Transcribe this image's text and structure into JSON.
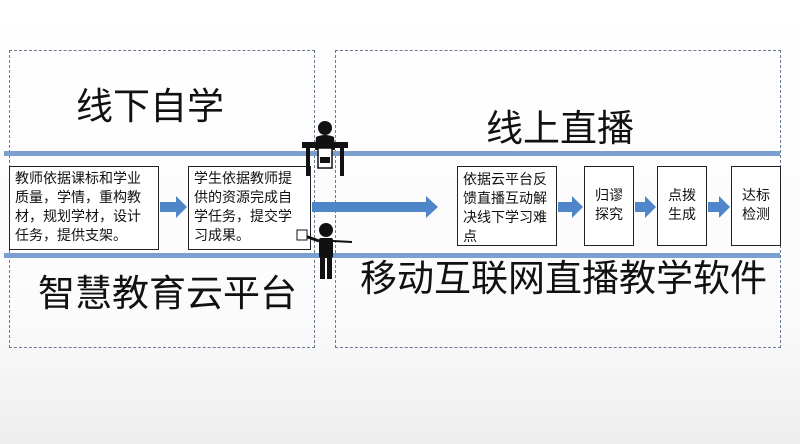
{
  "titles": {
    "offline_self_study": "线下自学",
    "online_live": "线上直播",
    "cloud_platform": "智慧教育云平台",
    "mobile_live_software": "移动互联网直播教学软件"
  },
  "boxes": {
    "teacher": "教师依据课标和学业质量，学情，重构教材，规划学材，设计任务，提供支架。",
    "student": "学生依据教师提供的资源完成自学任务，提交学习成果。",
    "cloud_feedback": "依据云平台反馈直播互动解决线下学习难点",
    "explore": "归谬探究",
    "guide": "点拨生成",
    "check": "达标检测"
  },
  "colors": {
    "arrow": "#4f86c9",
    "line": "#7ba0d0",
    "border": "#6a7a92"
  },
  "icons": [
    "student-desk-icon",
    "teacher-presenting-icon"
  ]
}
